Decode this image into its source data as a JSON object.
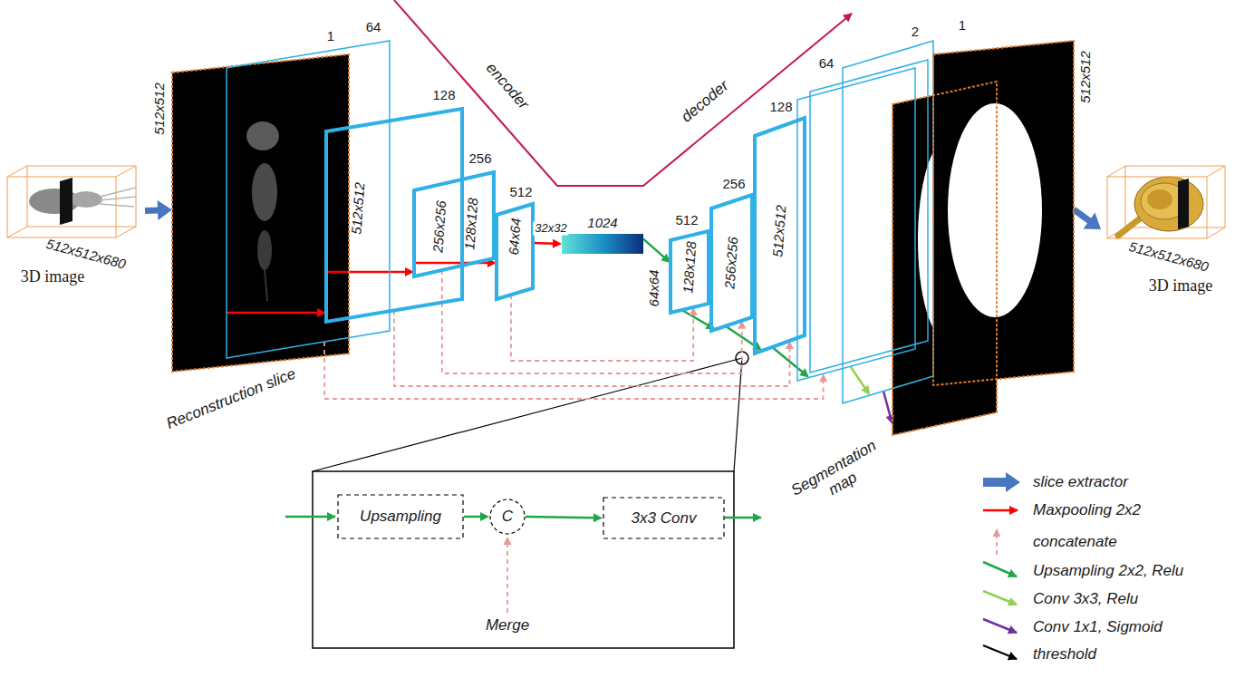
{
  "diagram": {
    "nodes": [
      {
        "text": [
          "512x512x680",
          "3D image"
        ]
      },
      {
        "text": [
          "1",
          "512x512"
        ]
      },
      {
        "text": [
          "64"
        ]
      },
      {
        "text": [
          "128",
          "512x512"
        ]
      },
      {
        "text": [
          "256",
          "256x256",
          "128x128"
        ]
      },
      {
        "text": [
          "512",
          "64x64"
        ]
      },
      {
        "text": [
          "1024"
        ]
      },
      {
        "text": [
          "512",
          "128x128"
        ]
      },
      {
        "text": [
          "256",
          "256x256"
        ]
      },
      {
        "text": [
          "128",
          "512x512"
        ]
      },
      {
        "text": [
          "64"
        ]
      },
      {
        "text": [
          "2"
        ]
      },
      {
        "text": [
          "Segmentation map"
        ]
      },
      {
        "text": [
          "1",
          "512x512"
        ]
      },
      {
        "text": [
          "512x512x680",
          "3D image"
        ]
      },
      {
        "text": [
          "Upsampling"
        ]
      },
      {
        "text": [
          "C"
        ]
      },
      {
        "text": [
          "3x3 Conv"
        ]
      }
    ],
    "edges": [
      {
        "from": 0,
        "to": 1,
        "arrow": "to"
      },
      {
        "from": 2,
        "to": 3,
        "arrow": "to"
      },
      {
        "from": 3,
        "to": 4,
        "arrow": "to"
      },
      {
        "from": 4,
        "to": 5,
        "arrow": "to"
      },
      {
        "from": 5,
        "to": 6,
        "arrow": "to",
        "label": "32x32"
      },
      {
        "from": 6,
        "to": 7,
        "arrow": "to"
      },
      {
        "from": 7,
        "to": 8,
        "arrow": "to"
      },
      {
        "from": 8,
        "to": 9,
        "arrow": "to"
      },
      {
        "from": 9,
        "to": 10,
        "arrow": "to"
      },
      {
        "from": 10,
        "to": 11,
        "arrow": "to"
      },
      {
        "from": 11,
        "to": 12,
        "arrow": "to"
      },
      {
        "from": 12,
        "to": 13,
        "arrow": "to"
      },
      {
        "from": 13,
        "to": 14,
        "arrow": "to"
      },
      {
        "from": 5,
        "to": 7,
        "arrow": "to"
      },
      {
        "from": 4,
        "to": 8,
        "arrow": "to"
      },
      {
        "from": 3,
        "to": 9,
        "arrow": "to"
      },
      {
        "from": 2,
        "to": 10,
        "arrow": "to"
      },
      {
        "from": 15,
        "to": 16,
        "arrow": "to"
      },
      {
        "from": 16,
        "to": 17,
        "arrow": "to"
      }
    ],
    "labels": [
      "encoder",
      "decoder",
      "Reconstruction slice",
      "64x64",
      "Merge"
    ],
    "legend": [
      {
        "text": "slice extractor"
      },
      {
        "text": "Maxpooling 2x2"
      },
      {
        "text": "concatenate"
      },
      {
        "text": "Upsampling 2x2, Relu"
      },
      {
        "text": "Conv 3x3, Relu"
      },
      {
        "text": "Conv 1x1, Sigmoid"
      },
      {
        "text": "threshold"
      }
    ]
  }
}
